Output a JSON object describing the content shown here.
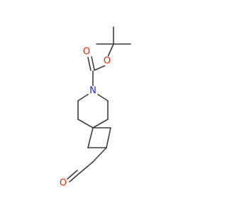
{
  "atoms": [
    {
      "id": "o_ester",
      "label": "O",
      "color": "#ff2200"
    },
    {
      "id": "o_carbonyl",
      "label": "O",
      "color": "#ff2200"
    },
    {
      "id": "n_ring",
      "label": "N",
      "color": "#2222ff"
    },
    {
      "id": "o_aldehyde",
      "label": "O",
      "color": "#ff2200"
    }
  ]
}
